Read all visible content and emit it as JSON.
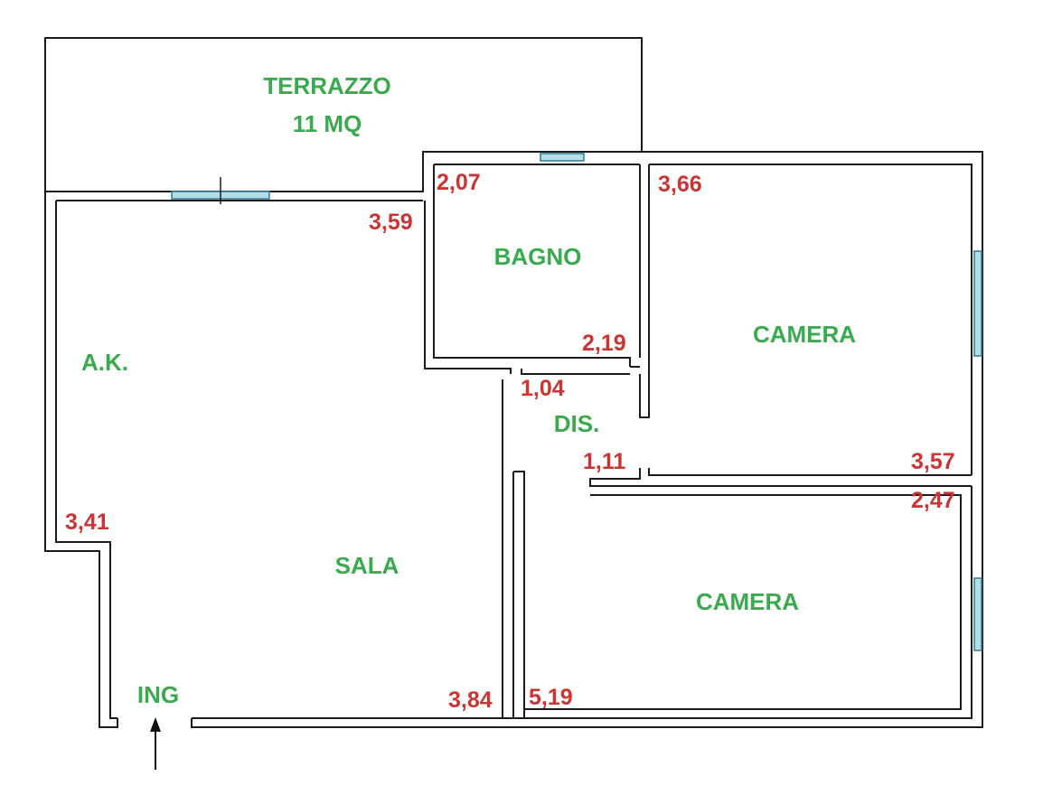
{
  "rooms": {
    "terrazzo": "TERRAZZO",
    "terrazzo_area": "11 MQ",
    "bagno": "BAGNO",
    "camera_1": "CAMERA",
    "camera_2": "CAMERA",
    "ak": "A.K.",
    "dis": "DIS.",
    "sala": "SALA",
    "ing": "ING"
  },
  "dimensions": {
    "d_207": "2,07",
    "d_366": "3,66",
    "d_359": "3,59",
    "d_219": "2,19",
    "d_104": "1,04",
    "d_111": "1,11",
    "d_357": "3,57",
    "d_247": "2,47",
    "d_341": "3,41",
    "d_384": "3,84",
    "d_519": "5,19"
  },
  "colors": {
    "room_label": "#3aaa4e",
    "dimension_label": "#cc3333",
    "wall": "#1a1a1a",
    "window": "#b5dde8"
  }
}
